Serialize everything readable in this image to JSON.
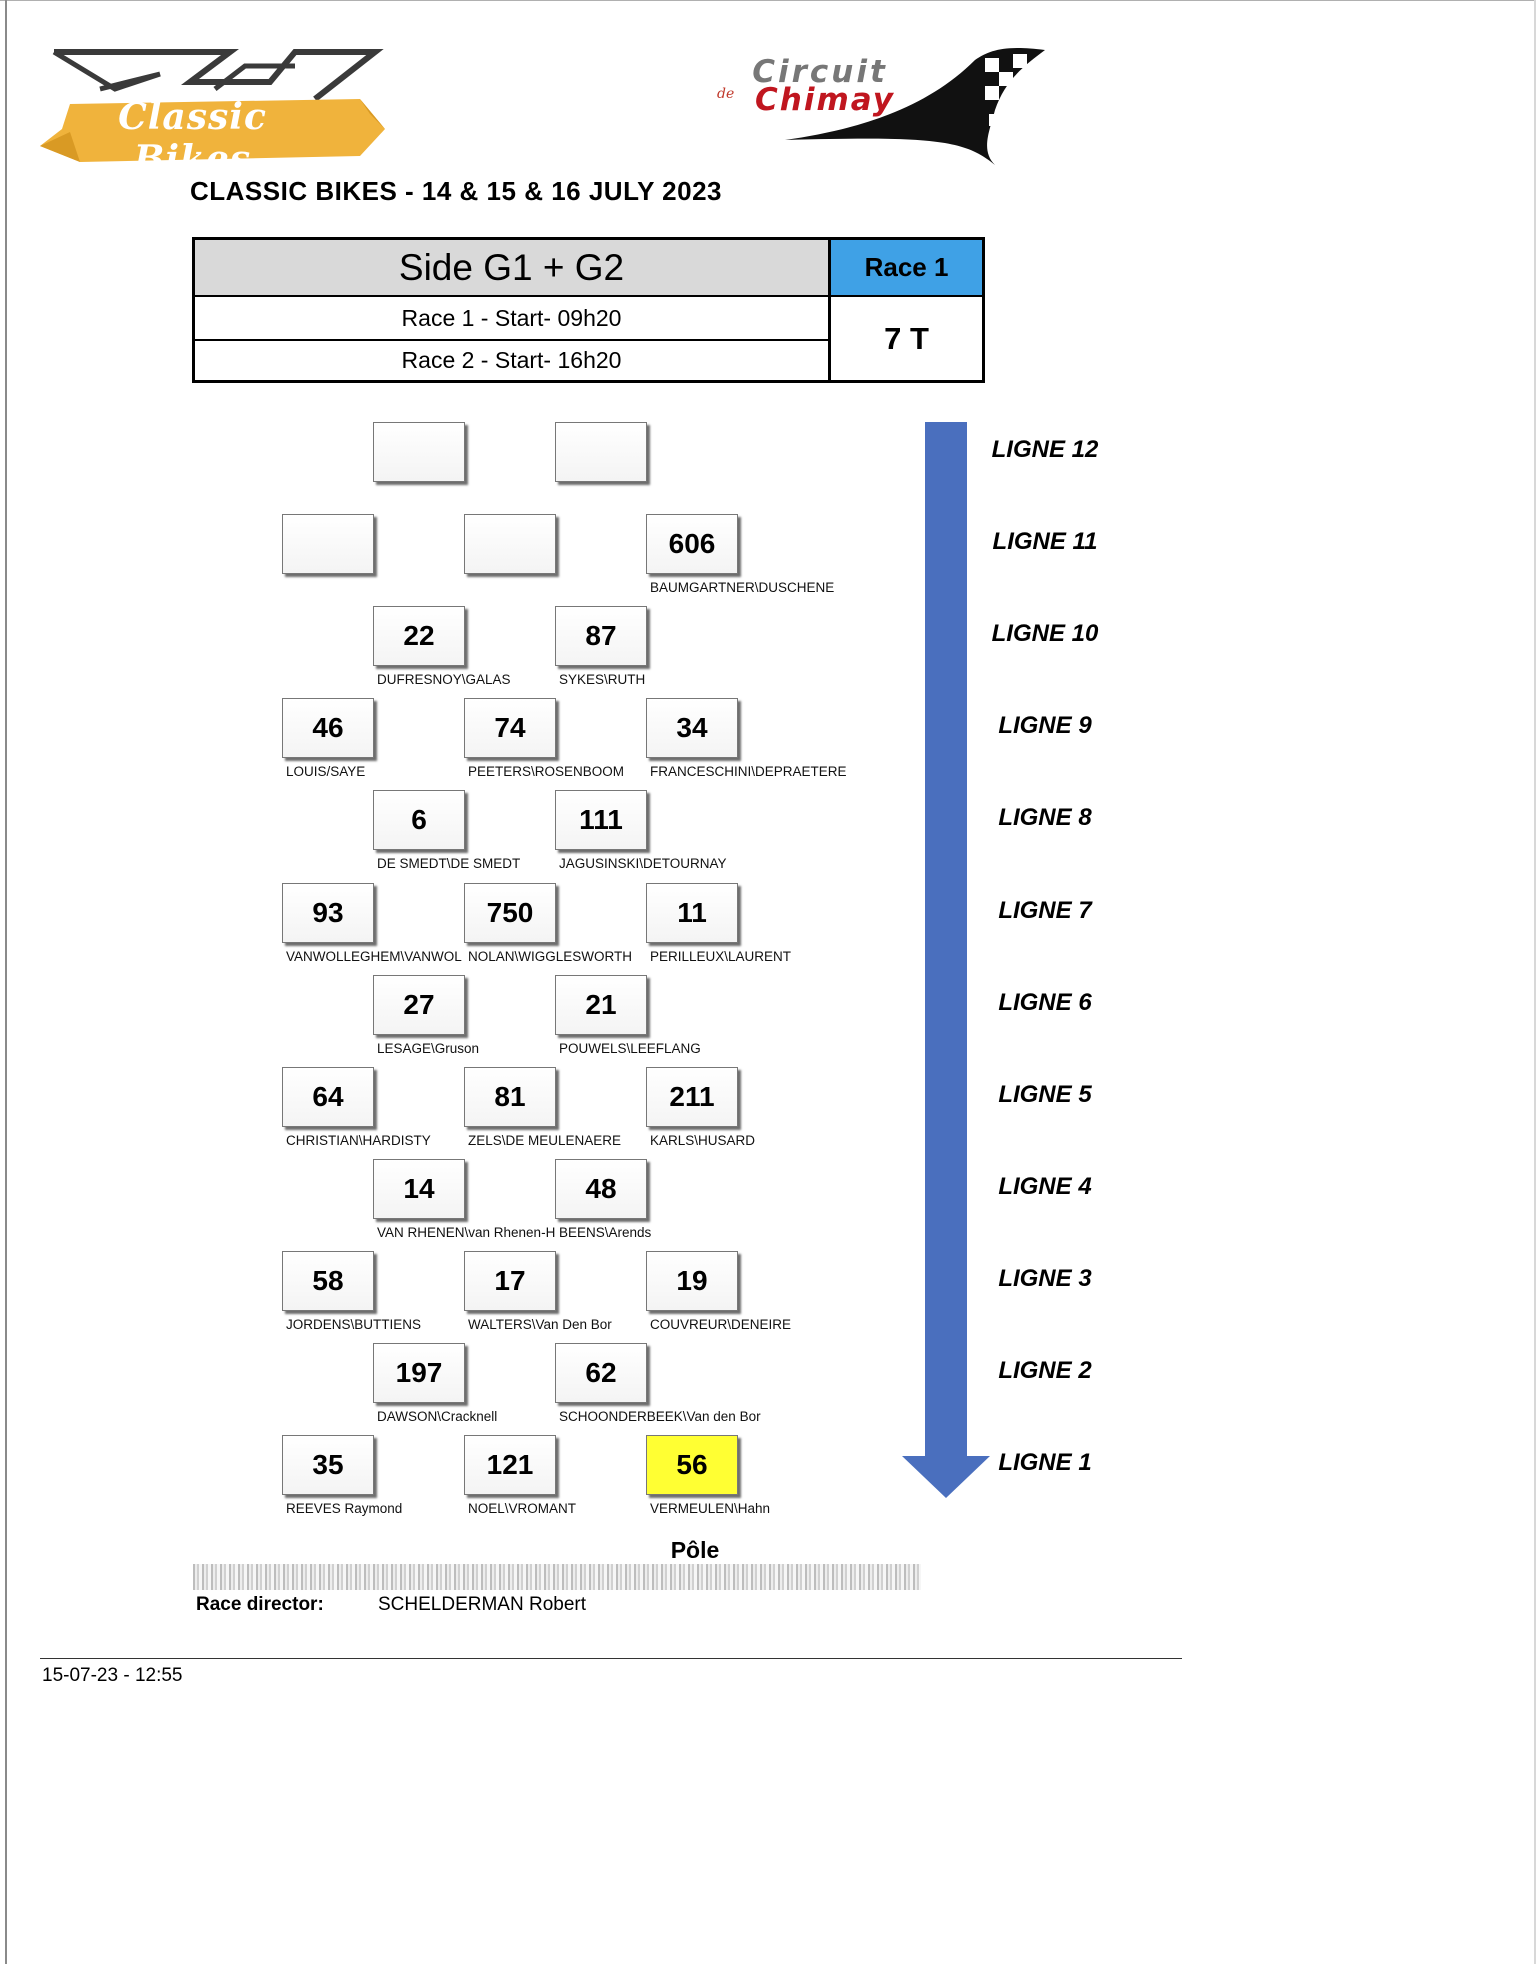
{
  "logos": {
    "left_text": "Classic Bikes",
    "right_text_top": "Circuit",
    "right_text_de": "de",
    "right_text_bottom": "Chimay"
  },
  "event_title": "CLASSIC  BIKES - 14 & 15 & 16 JULY 2023",
  "info_table": {
    "category": "Side G1 + G2",
    "race_label": "Race 1",
    "race1_start": "Race 1 - Start- 09h20",
    "race2_start": "Race 2 - Start- 16h20",
    "laps": "7 T"
  },
  "grid": {
    "lines": [
      {
        "label": "LIGNE 12",
        "slots": [
          {
            "number": "",
            "riders": ""
          },
          {
            "number": "",
            "riders": ""
          }
        ]
      },
      {
        "label": "LIGNE 11",
        "slots": [
          {
            "number": "",
            "riders": ""
          },
          {
            "number": "",
            "riders": ""
          },
          {
            "number": "606",
            "riders": "BAUMGARTNER\\DUSCHENE"
          }
        ]
      },
      {
        "label": "LIGNE 10",
        "slots": [
          {
            "number": "22",
            "riders": "DUFRESNOY\\GALAS"
          },
          {
            "number": "87",
            "riders": "SYKES\\RUTH"
          }
        ]
      },
      {
        "label": "LIGNE 9",
        "slots": [
          {
            "number": "46",
            "riders": "LOUIS/SAYE"
          },
          {
            "number": "74",
            "riders": "PEETERS\\ROSENBOOM"
          },
          {
            "number": "34",
            "riders": "FRANCESCHINI\\DEPRAETERE"
          }
        ]
      },
      {
        "label": "LIGNE 8",
        "slots": [
          {
            "number": "6",
            "riders": "DE SMEDT\\DE SMEDT"
          },
          {
            "number": "111",
            "riders": "JAGUSINSKI\\DETOURNAY"
          }
        ]
      },
      {
        "label": "LIGNE 7",
        "slots": [
          {
            "number": "93",
            "riders": "VANWOLLEGHEM\\VANWOL"
          },
          {
            "number": "750",
            "riders": "NOLAN\\WIGGLESWORTH"
          },
          {
            "number": "11",
            "riders": "PERILLEUX\\LAURENT"
          }
        ]
      },
      {
        "label": "LIGNE 6",
        "slots": [
          {
            "number": "27",
            "riders": "LESAGE\\Gruson"
          },
          {
            "number": "21",
            "riders": "POUWELS\\LEEFLANG"
          }
        ]
      },
      {
        "label": "LIGNE 5",
        "slots": [
          {
            "number": "64",
            "riders": "CHRISTIAN\\HARDISTY"
          },
          {
            "number": "81",
            "riders": "ZELS\\DE MEULENAERE"
          },
          {
            "number": "211",
            "riders": "KARLS\\HUSARD"
          }
        ]
      },
      {
        "label": "LIGNE 4",
        "slots": [
          {
            "number": "14",
            "riders": "VAN RHENEN\\van Rhenen-H"
          },
          {
            "number": "48",
            "riders": "BEENS\\Arends"
          }
        ]
      },
      {
        "label": "LIGNE 3",
        "slots": [
          {
            "number": "58",
            "riders": "JORDENS\\BUTTIENS"
          },
          {
            "number": "17",
            "riders": "WALTERS\\Van Den Bor"
          },
          {
            "number": "19",
            "riders": "COUVREUR\\DENEIRE"
          }
        ]
      },
      {
        "label": "LIGNE 2",
        "slots": [
          {
            "number": "197",
            "riders": "DAWSON\\Cracknell"
          },
          {
            "number": "62",
            "riders": "SCHOONDERBEEK\\Van den Bor"
          }
        ]
      },
      {
        "label": "LIGNE 1",
        "slots": [
          {
            "number": "35",
            "riders": "REEVES Raymond"
          },
          {
            "number": "121",
            "riders": "NOEL\\VROMANT"
          },
          {
            "number": "56",
            "riders": "VERMEULEN\\Hahn",
            "pole": true
          }
        ]
      }
    ]
  },
  "pole_label": "Pôle",
  "race_director": {
    "label": "Race director:",
    "name": "SCHELDERMAN Robert"
  },
  "footer_date": "15-07-23 - 12:55",
  "colors": {
    "race_header_blue": "#3fa1e6",
    "category_header_gray": "#d9d9d9",
    "pole_yellow": "#ffff33",
    "arrow_blue": "#4a6fbe",
    "logo_gold": "#f0b33c",
    "chimay_red": "#c0161f"
  }
}
